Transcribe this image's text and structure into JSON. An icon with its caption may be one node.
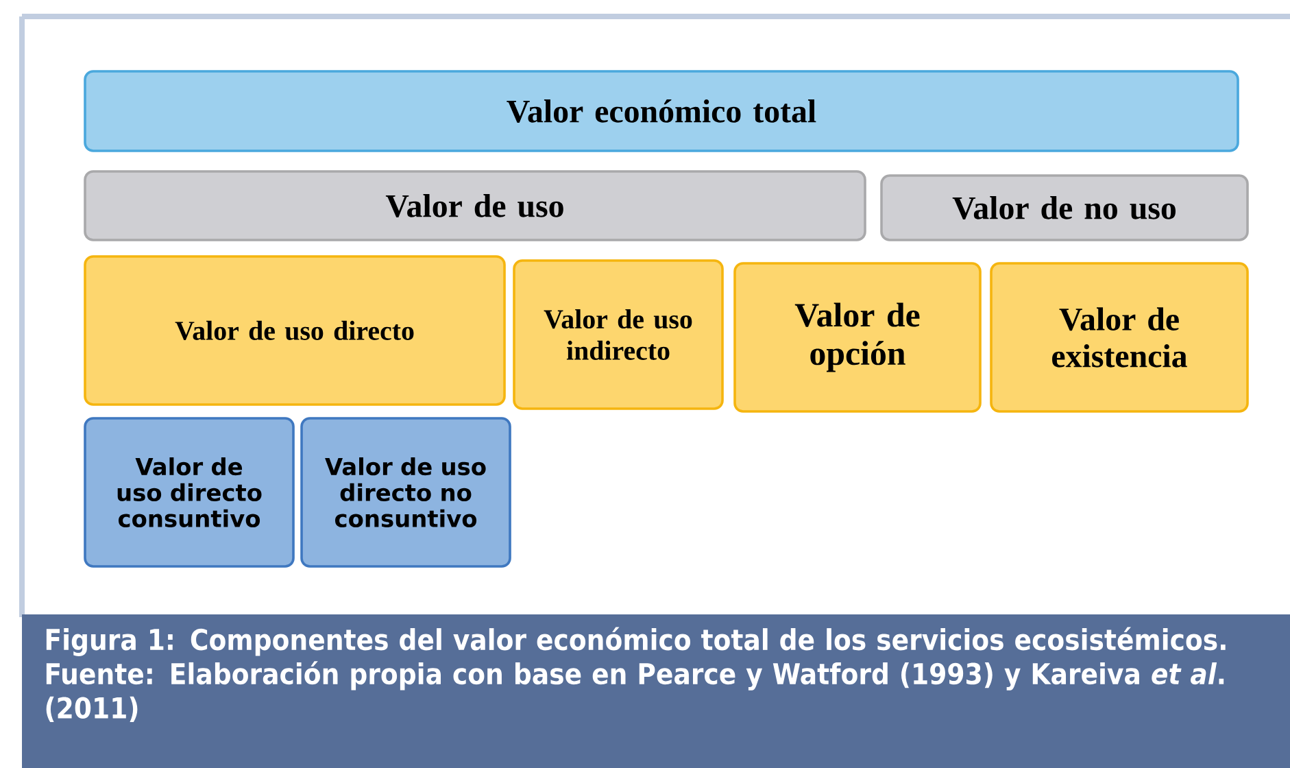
{
  "diagram": {
    "caption": "Figura 1: Componentes del valor económico total de los servicios ecosistémicos. Fuente: Elaboración propia con  base en  Pearce y Watford (1993) y Kareiva *et al*. (2011)",
    "nodes": [
      {
        "text": [
          "Valor económico total"
        ]
      },
      {
        "text": [
          "Valor de uso"
        ]
      },
      {
        "text": [
          "Valor de  no uso"
        ]
      },
      {
        "text": [
          "Valor de uso directo"
        ]
      },
      {
        "text": [
          "Valor de uso indirecto"
        ]
      },
      {
        "text": [
          "Valor de opción"
        ]
      },
      {
        "text": [
          "Valor de existencia"
        ]
      },
      {
        "text": [
          "Valor de uso directo consuntivo"
        ]
      },
      {
        "text": [
          "Valor de uso directo no consuntivo"
        ]
      }
    ]
  }
}
